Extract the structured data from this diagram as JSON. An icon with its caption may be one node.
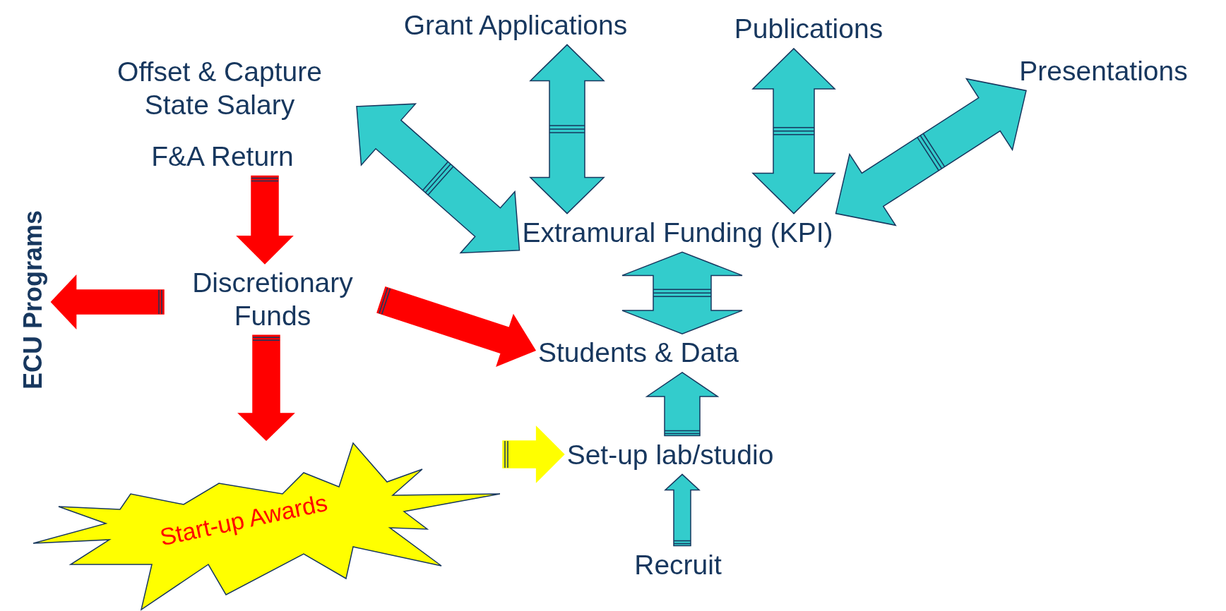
{
  "diagram": {
    "nodes": [
      {
        "text": [
          "ECU Programs"
        ]
      },
      {
        "text": [
          "Offset & Capture State Salary"
        ]
      },
      {
        "text": [
          "F&A Return"
        ]
      },
      {
        "text": [
          "Grant Applications"
        ]
      },
      {
        "text": [
          "Publications"
        ]
      },
      {
        "text": [
          "Presentations"
        ]
      },
      {
        "text": [
          "Extramural Funding (KPI)"
        ]
      },
      {
        "text": [
          "Discretionary Funds"
        ]
      },
      {
        "text": [
          "Students & Data"
        ]
      },
      {
        "text": [
          "Set-up lab/studio"
        ]
      },
      {
        "text": [
          "Start-up Awards"
        ]
      },
      {
        "text": [
          "Recruit"
        ]
      }
    ],
    "edges": [
      {
        "from": 1,
        "to": 6,
        "arrow": "both"
      },
      {
        "from": 3,
        "to": 6,
        "arrow": "both"
      },
      {
        "from": 4,
        "to": 6,
        "arrow": "both"
      },
      {
        "from": 5,
        "to": 6,
        "arrow": "both"
      },
      {
        "from": 2,
        "to": 7,
        "arrow": "to",
        "color": "#ff0000"
      },
      {
        "from": 7,
        "to": 0,
        "arrow": "to",
        "color": "#ff0000"
      },
      {
        "from": 7,
        "to": 8,
        "arrow": "to",
        "color": "#ff0000"
      },
      {
        "from": 7,
        "to": 10,
        "arrow": "to",
        "color": "#ff0000"
      },
      {
        "from": 6,
        "to": 8,
        "arrow": "both"
      },
      {
        "from": 10,
        "to": 9,
        "arrow": "to",
        "color": "#ffff00"
      },
      {
        "from": 9,
        "to": 8,
        "arrow": "to"
      },
      {
        "from": 11,
        "to": 9,
        "arrow": "to"
      }
    ]
  }
}
